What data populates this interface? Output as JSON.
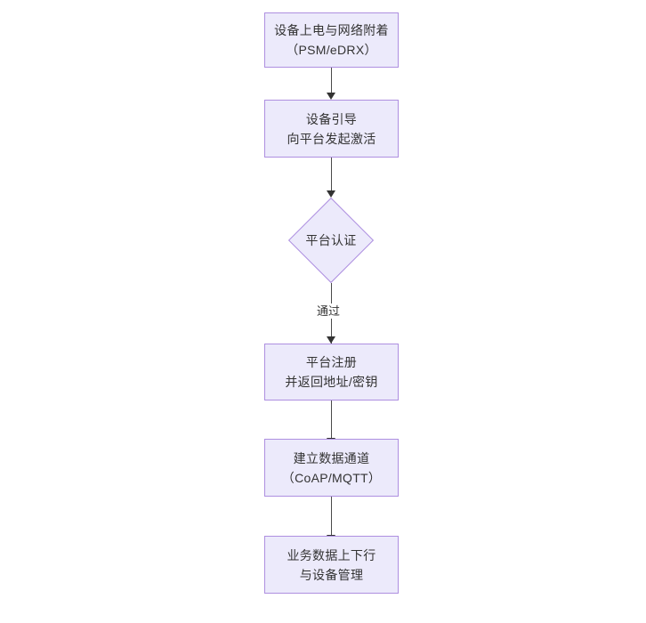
{
  "diagram": {
    "type": "flowchart",
    "orientation": "top-to-bottom",
    "theme": {
      "node_fill": "#ECEAFB",
      "node_border": "#AE8FE0",
      "text_color": "#333333",
      "edge_color": "#4a4a4a",
      "background": "#ffffff"
    },
    "nodes": [
      {
        "id": "n1",
        "shape": "rectangle",
        "lines": [
          "设备上电与网络附着",
          "（PSM/eDRX）"
        ]
      },
      {
        "id": "n2",
        "shape": "rectangle",
        "lines": [
          "设备引导",
          "向平台发起激活"
        ]
      },
      {
        "id": "n3",
        "shape": "diamond",
        "lines": [
          "平台认证"
        ]
      },
      {
        "id": "n4",
        "shape": "rectangle",
        "lines": [
          "平台注册",
          "并返回地址/密钥"
        ]
      },
      {
        "id": "n5",
        "shape": "rectangle",
        "lines": [
          "建立数据通道",
          "（CoAP/MQTT）"
        ]
      },
      {
        "id": "n6",
        "shape": "rectangle",
        "lines": [
          "业务数据上下行",
          "与设备管理"
        ]
      }
    ],
    "edges": [
      {
        "id": "e1",
        "from": "n1",
        "to": "n2",
        "label": ""
      },
      {
        "id": "e2",
        "from": "n2",
        "to": "n3",
        "label": ""
      },
      {
        "id": "e3",
        "from": "n3",
        "to": "n4",
        "label": "通过"
      },
      {
        "id": "e4",
        "from": "n4",
        "to": "n5",
        "label": ""
      },
      {
        "id": "e5",
        "from": "n5",
        "to": "n6",
        "label": ""
      }
    ]
  }
}
